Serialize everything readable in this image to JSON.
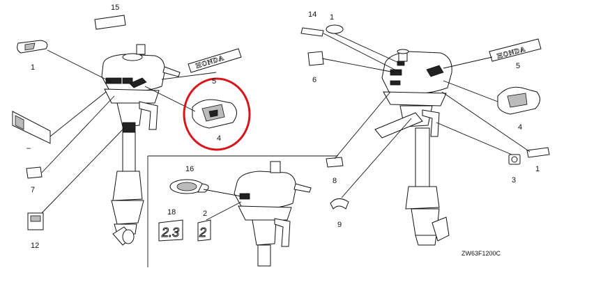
{
  "diagram": {
    "callouts": [
      "15",
      "5",
      "4",
      "7",
      "12",
      "16",
      "18",
      "2",
      "14",
      "6",
      "5",
      "4",
      "8",
      "9",
      "3"
    ],
    "part_code": "ZW63F1200C",
    "brand_text": "HONDA",
    "highlight_color": "#d9141b"
  }
}
